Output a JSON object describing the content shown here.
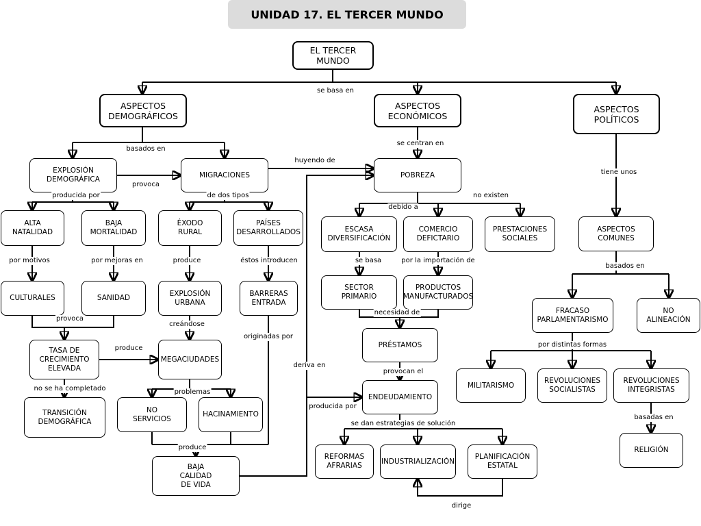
{
  "title": "UNIDAD 17. EL TERCER MUNDO",
  "nodes": {
    "tercer_mundo": "EL TERCER\nMUNDO",
    "demograficos": "ASPECTOS\nDEMOGRÁFICOS",
    "economicos": "ASPECTOS\nECONÓMICOS",
    "politicos": "ASPECTOS\nPOLÍTICOS",
    "explosion_demografica": "EXPLOSIÓN\nDEMOGRÁFICA",
    "migraciones": "MIGRACIONES",
    "pobreza": "POBREZA",
    "alta_natalidad": "ALTA\nNATALIDAD",
    "baja_mortalidad": "BAJA\nMORTALIDAD",
    "exodo_rural": "ÉXODO\nRURAL",
    "paises_desarrollados": "PAÍSES\nDESARROLLADOS",
    "culturales": "CULTURALES",
    "sanidad": "SANIDAD",
    "explosion_urbana": "EXPLOSIÓN\nURBANA",
    "barreras_entrada": "BARRERAS\nENTRADA",
    "tasa_crecimiento": "TASA DE\nCRECIMIENTO\nELEVADA",
    "megaciudades": "MEGACIUDADES",
    "transicion": "TRANSICIÓN\nDEMOGRÁFICA",
    "no_servicios": "NO\nSERVICIOS",
    "hacinamiento": "HACINAMIENTO",
    "baja_calidad": "BAJA\nCALIDAD\nDE VIDA",
    "escasa_diversificacion": "ESCASA\nDIVERSIFICACIÓN",
    "comercio_deficitario": "COMERCIO\nDEFICTARIO",
    "prestaciones_sociales": "PRESTACIONES\nSOCIALES",
    "sector_primario": "SECTOR\nPRIMARIO",
    "productos_manufacturados": "PRODUCTOS\nMANUFACTURADOS",
    "prestamos": "PRÉSTAMOS",
    "endeudamiento": "ENDEUDAMIENTO",
    "reformas_agrarias": "REFORMAS\nAFRARIAS",
    "industrializacion": "INDUSTRIALIZACIÓN",
    "planificacion_estatal": "PLANIFICACIÓN\nESTATAL",
    "aspectos_comunes": "ASPECTOS\nCOMUNES",
    "fracaso_parlamentarismo": "FRACASO\nPARLAMENTARISMO",
    "no_alineacion": "NO\nALINEACIÓN",
    "militarismo": "MILITARISMO",
    "revoluciones_socialistas": "REVOLUCIONES\nSOCIALISTAS",
    "revoluciones_integristas": "REVOLUCIONES\nINTEGRISTAS",
    "religion": "RELIGIÓN"
  },
  "labels": {
    "se_basa_en": "se basa en",
    "basados_en_1": "basados en",
    "se_centran_en": "se centran en",
    "huyendo_de": "huyendo de",
    "tiene_unos": "tiene unos",
    "provoca_1": "provoca",
    "producida_por_1": "producida por",
    "de_dos_tipos": "de dos tipos",
    "debido_a": "debido a",
    "no_existen": "no existen",
    "por_motivos": "por motivos",
    "por_mejoras_en": "por mejoras en",
    "produce_1": "produce",
    "estos_introducen": "éstos introducen",
    "se_basa": "se basa",
    "por_la_importacion_de": "por la importación de",
    "basados_en_2": "basados en",
    "provoca_2": "provoca",
    "creandose": "creándose",
    "necesidad_de": "necesidad de",
    "originadas_por": "originadas por",
    "produce_2": "produce",
    "deriva_en": "deriva en",
    "por_distintas_formas": "por distintas formas",
    "provocan_el": "provocan el",
    "no_se_ha_completado": "no se ha completado",
    "problemas": "problemas",
    "producida_por_2": "producida por",
    "se_dan_estrategias": "se dan estrategias de solución",
    "basadas_en": "basadas en",
    "produce_3": "produce",
    "dirige": "dirige"
  }
}
